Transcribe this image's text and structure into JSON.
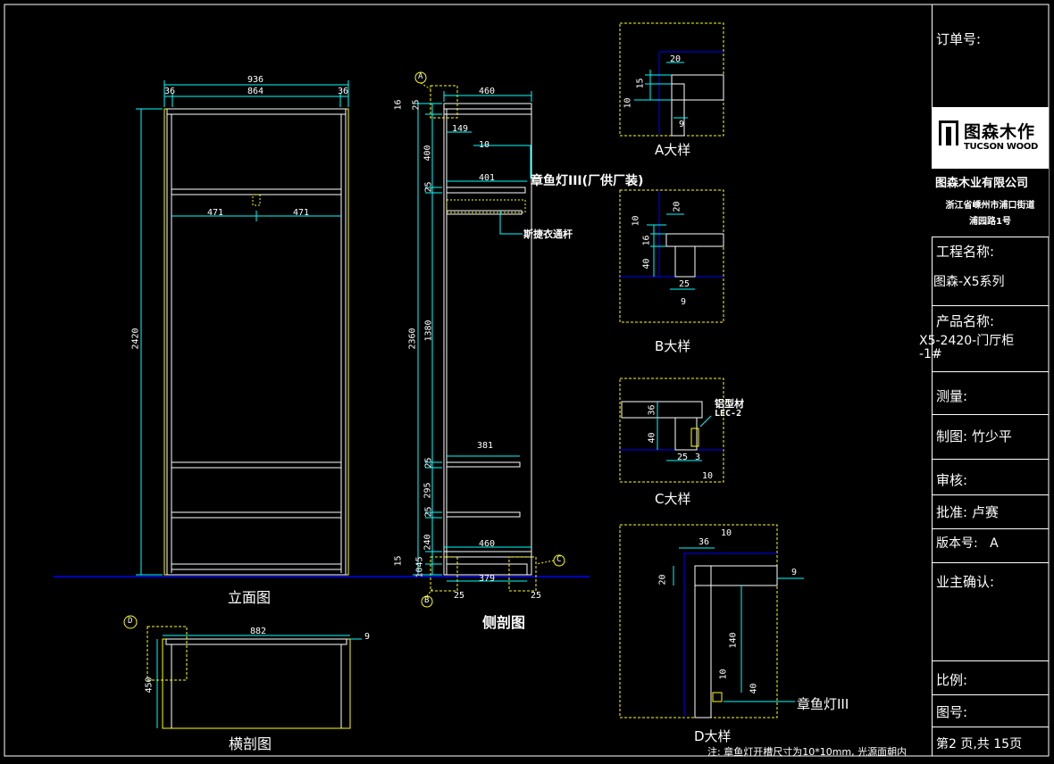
{
  "titleblock": {
    "order_no_label": "订单号:",
    "logo_cn": "图森木作",
    "logo_en": "TUCSON WOOD",
    "company_name": "图森木业有限公司",
    "company_addr_1": "浙江省嵊州市浦口街道",
    "company_addr_2": "浦园路1号",
    "project_label": "工程名称:",
    "project_value": "图森-X5系列",
    "product_label": "产品名称:",
    "product_value_1": "X5-2420-门厅柜",
    "product_value_2": "-1#",
    "measure_label": "测量:",
    "drawn_label": "制图: 竹少平",
    "review_label": "审核:",
    "approve_label": "批准: 卢赛",
    "version_label": "版本号:   A",
    "owner_label": "业主确认:",
    "scale_label": "比例:",
    "drawing_no_label": "图号:",
    "page_label": "第2 页,共 15页"
  },
  "views": {
    "elevation_title": "立面图",
    "side_title": "侧剖图",
    "plan_title": "横剖图",
    "detail_a_title": "A大样",
    "detail_b_title": "B大样",
    "detail_c_title": "C大样",
    "detail_d_title": "D大样"
  },
  "elevation": {
    "overall_width": "936",
    "inner_width": "864",
    "left_side": "36",
    "right_side": "36",
    "height": "2420",
    "half_left": "471",
    "half_right": "471"
  },
  "side": {
    "depth_top": "460",
    "depth_bottom": "460",
    "base_depth": "379",
    "shelf_401": "401",
    "shelf_381": "381",
    "d149": "149",
    "d10": "10",
    "dim_16a": "16",
    "dim_25a": "25",
    "dim_400": "400",
    "dim_25b": "25",
    "dim_1380": "1380",
    "dim_2360": "2360",
    "dim_25c": "25",
    "dim_295": "295",
    "dim_25d": "25",
    "dim_240": "240",
    "dim_15": "15",
    "dim_1045": "1045",
    "foot_left": "25",
    "foot_right": "25",
    "light_callout": "章鱼灯III(厂供厂装)",
    "rod_callout": "斯捷衣通杆",
    "tag_a": "A",
    "tag_b": "B",
    "tag_c": "C"
  },
  "plan": {
    "width": "882",
    "depth": "450",
    "tag_d": "D",
    "d9": "9"
  },
  "detail_a": {
    "d20": "20",
    "d15": "15",
    "d10": "10",
    "d9": "9"
  },
  "detail_b": {
    "d20": "20",
    "d10": "10",
    "d16": "16",
    "d40": "40",
    "d25": "25",
    "d9": "9"
  },
  "detail_c": {
    "d36": "36",
    "d40": "40",
    "d25": "25",
    "d3": "3",
    "d10": "10",
    "profile_1": "铝型材",
    "profile_2": "LEC-2"
  },
  "detail_d": {
    "d36": "36",
    "d10": "10",
    "d20": "20",
    "d9": "9",
    "d140": "140",
    "d10b": "10",
    "d40": "40",
    "light": "章鱼灯III"
  },
  "footnote": "注:  章鱼灯开槽尺寸为10*10mm, 光源面朝内",
  "colors": {
    "line": "#ffffff",
    "dimension": "#00ffff",
    "hidden": "#ffff00",
    "ground": "#0000ff",
    "outline": "#ffff00"
  }
}
